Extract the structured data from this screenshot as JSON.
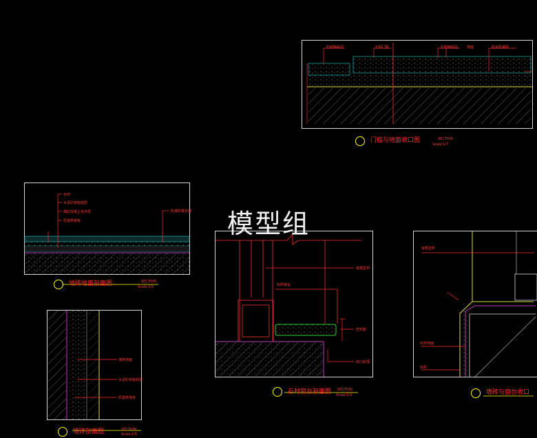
{
  "watermark": "模型组",
  "details": {
    "door_sill": {
      "title": "门槛与地面收口图",
      "section": "SECTION",
      "scale": "Scale:1/7",
      "labels": [
        "石材倒斜边",
        "石材门槛",
        "石材倒斜边",
        "饰面",
        "防水防潮层"
      ]
    },
    "floor_tile": {
      "title": "地砖地面剖面图",
      "section": "SECTION",
      "scale": "Scale:1/5",
      "labels": [
        "石材",
        "水泥砂浆粘结层",
        "细石混凝土找平层",
        "原建筑楼板",
        "防潮防霉处理"
      ]
    },
    "stone_sill": {
      "title": "石材窗台剖面图",
      "section": "SECTION",
      "scale": "Scale:1/2",
      "labels": [
        "窗框型材",
        "石材窗台",
        "密封胶",
        "收口处理"
      ]
    },
    "wall_tile": {
      "title": "墙砖剖面图",
      "section": "SECTION",
      "scale": "Scale:1/5",
      "labels": [
        "墙砖饰面",
        "水泥砂浆粘结层",
        "原建筑墙体"
      ]
    },
    "wall_sill": {
      "title": "墙砖与窗台收口",
      "labels": [
        "窗框型材",
        "石材饰面",
        "石材"
      ]
    }
  }
}
